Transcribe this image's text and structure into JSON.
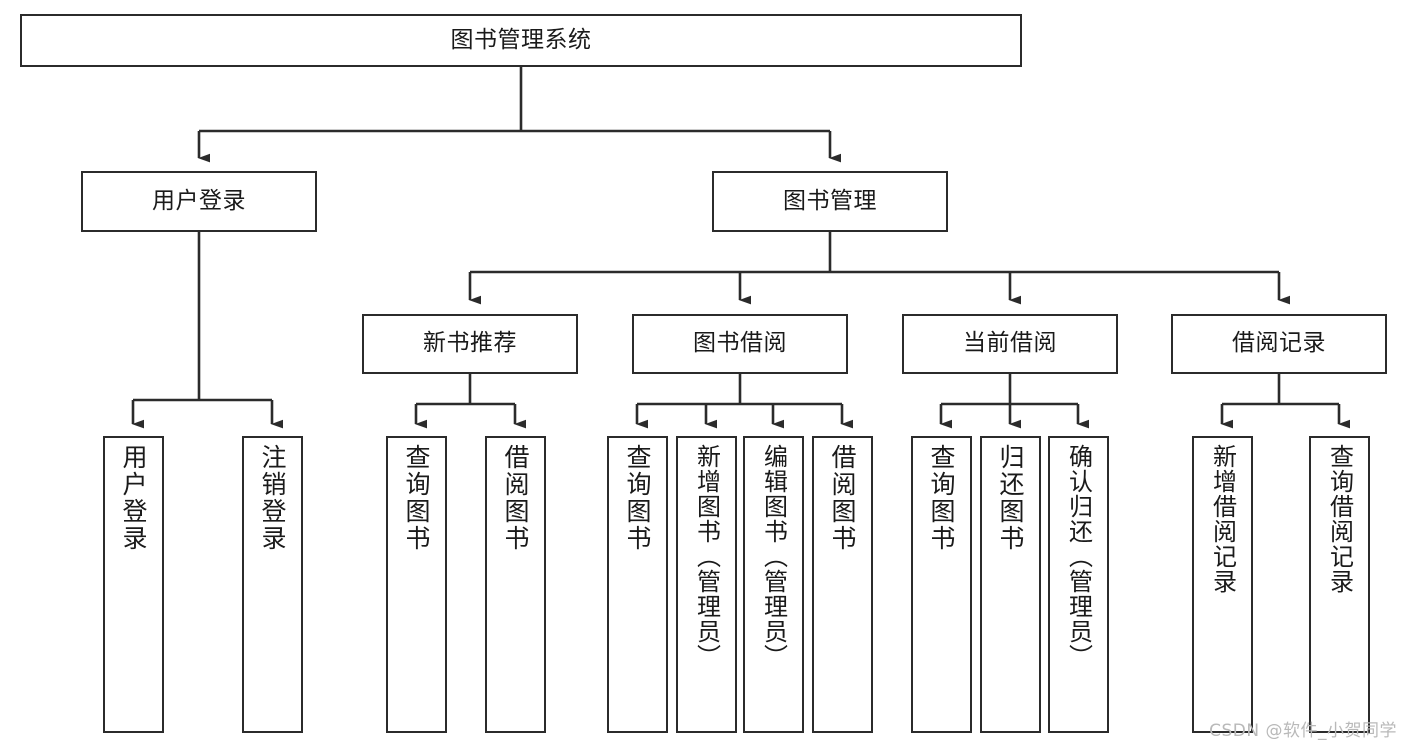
{
  "diagram": {
    "type": "tree",
    "title": "图书管理系统",
    "orientation": "top-down",
    "colors": {
      "box_stroke": "#2b2b2b",
      "box_fill": "#ffffff",
      "connector": "#2b2b2b",
      "background": "#ffffff",
      "watermark": "#b9b9b9"
    },
    "root": {
      "id": "root",
      "label": "图书管理系统"
    },
    "level1": [
      {
        "id": "user-login",
        "label": "用户登录"
      },
      {
        "id": "book-manage",
        "label": "图书管理"
      }
    ],
    "level2": [
      {
        "id": "new-book-recommend",
        "label": "新书推荐",
        "parent": "book-manage"
      },
      {
        "id": "book-borrow",
        "label": "图书借阅",
        "parent": "book-manage"
      },
      {
        "id": "current-borrow",
        "label": "当前借阅",
        "parent": "book-manage"
      },
      {
        "id": "borrow-record",
        "label": "借阅记录",
        "parent": "book-manage"
      }
    ],
    "leaves": [
      {
        "id": "leaf-user-login",
        "label": "用户登录",
        "parent": "user-login"
      },
      {
        "id": "leaf-logout",
        "label": "注销登录",
        "parent": "user-login"
      },
      {
        "id": "leaf-query-book-1",
        "label": "查询图书",
        "parent": "new-book-recommend"
      },
      {
        "id": "leaf-borrow-book-1",
        "label": "借阅图书",
        "parent": "new-book-recommend"
      },
      {
        "id": "leaf-query-book-2",
        "label": "查询图书",
        "parent": "book-borrow"
      },
      {
        "id": "leaf-add-book",
        "label": "新增图书（管理员）",
        "parent": "book-borrow"
      },
      {
        "id": "leaf-edit-book",
        "label": "编辑图书（管理员）",
        "parent": "book-borrow"
      },
      {
        "id": "leaf-borrow-book-2",
        "label": "借阅图书",
        "parent": "book-borrow"
      },
      {
        "id": "leaf-query-book-3",
        "label": "查询图书",
        "parent": "current-borrow"
      },
      {
        "id": "leaf-return-book",
        "label": "归还图书",
        "parent": "current-borrow"
      },
      {
        "id": "leaf-confirm-return",
        "label": "确认归还（管理员）",
        "parent": "current-borrow"
      },
      {
        "id": "leaf-add-record",
        "label": "新增借阅记录",
        "parent": "borrow-record"
      },
      {
        "id": "leaf-query-record",
        "label": "查询借阅记录",
        "parent": "borrow-record"
      }
    ]
  },
  "watermark": {
    "text": "CSDN @软件_小贺同学"
  }
}
